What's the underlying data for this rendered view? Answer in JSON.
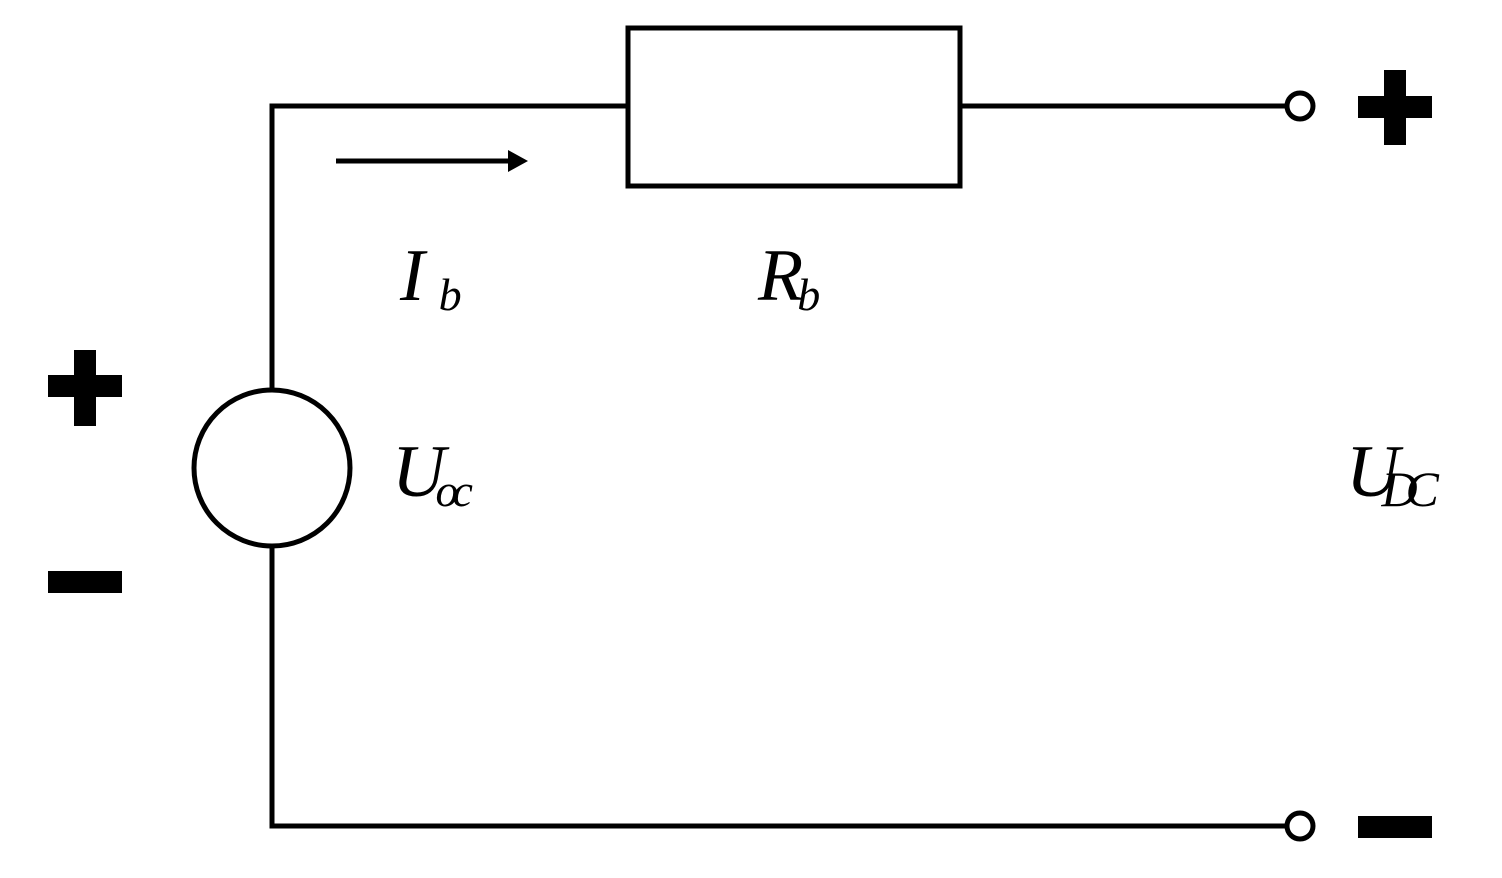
{
  "labels": {
    "current": {
      "main": "I",
      "sub": "b"
    },
    "resistor": {
      "main": "R",
      "sub": "b"
    },
    "source_voltage": {
      "main": "U",
      "sub": "oc"
    },
    "output_voltage": {
      "main": "U",
      "sub": "DC"
    }
  },
  "polarity": {
    "source_plus": "+",
    "source_minus": "−",
    "terminal_plus": "+",
    "terminal_minus": "−"
  },
  "colors": {
    "line": "#000000",
    "background": "#ffffff"
  },
  "components": {
    "source": "circle-voltage-source",
    "resistor": "rectangle-resistor",
    "terminals": "open-circle-terminals"
  }
}
